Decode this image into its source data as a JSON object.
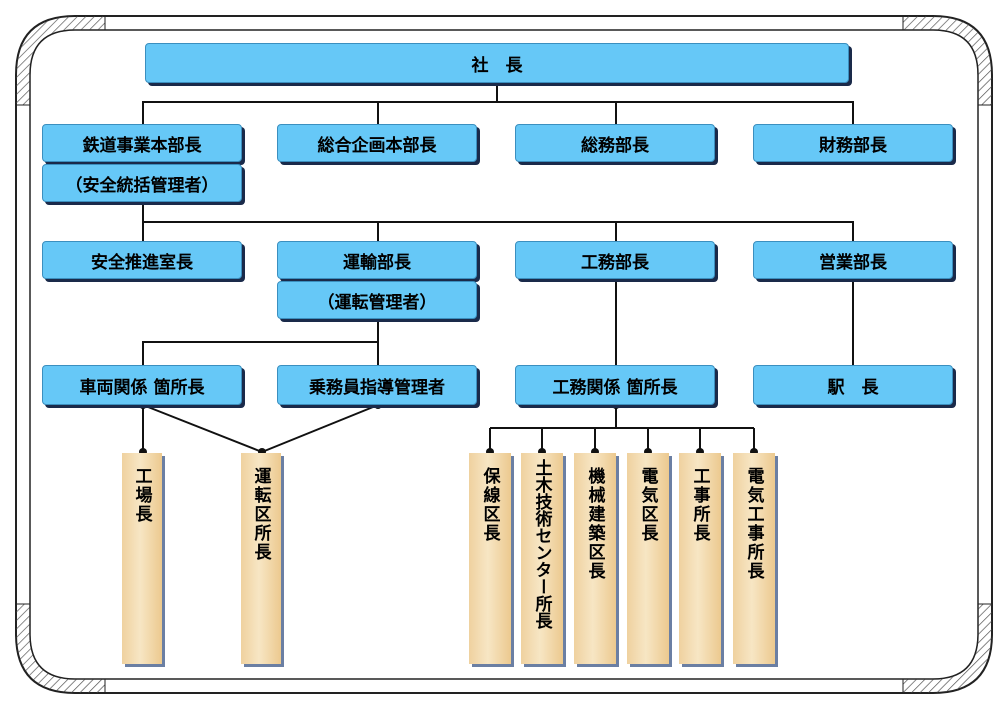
{
  "nodes": {
    "president": "社　長",
    "railway_head": "鉄道事業本部長",
    "safety_officer": "（安全統括管理者）",
    "planning": "総合企画本部長",
    "general_affairs": "総務部長",
    "finance": "財務部長",
    "safety_promotion": "安全推進室長",
    "transport": "運輸部長",
    "operation_manager": "（運転管理者）",
    "engineering": "工務部長",
    "sales": "営業部長",
    "vehicle_sites": "車両関係 箇所長",
    "crew_guidance": "乗務員指導管理者",
    "engineering_sites": "工務関係 箇所長",
    "station_master": "駅　長"
  },
  "leaves": {
    "factory": "工場長",
    "operation_depot": "運転区所長",
    "track_depot": "保線区長",
    "civil_center": "土木技術センター所長",
    "machinery_depot": "機械建築区長",
    "electric_depot": "電気区長",
    "construction_office": "工事所長",
    "electrical_construction_office": "電気工事所長"
  },
  "colors": {
    "box": "#66c8f7",
    "leaf": "#f2d9a8",
    "line": "#111111"
  }
}
